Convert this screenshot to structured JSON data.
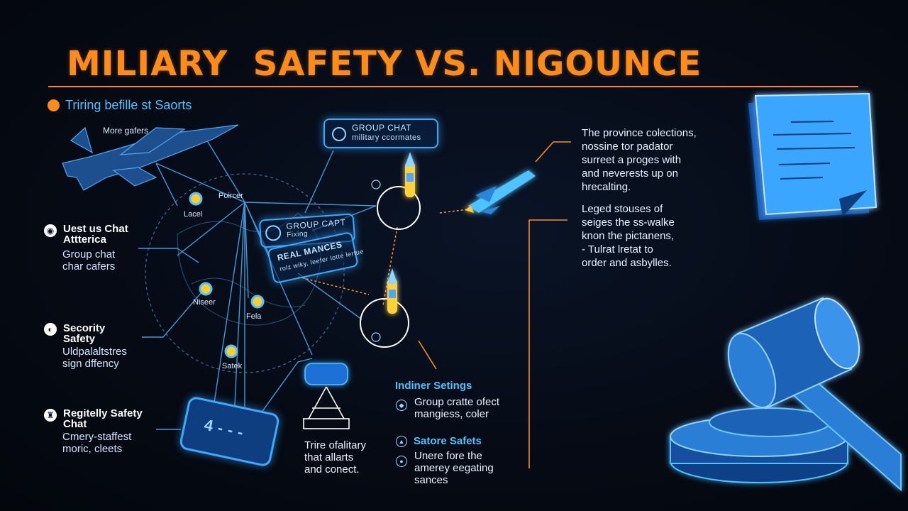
{
  "title": "MILIARY  SAFETY VS. NIGOUNCE",
  "subtitle": "Triring befille st Saorts",
  "aircraft_label": "More gafers",
  "map_labels": {
    "poircer": "Poircer",
    "lacel": "Lacel",
    "niseer": "Niseer",
    "fela": "Fela",
    "satek": "Satek"
  },
  "chip_top": {
    "line1": "GROUP CHAT",
    "line2": "military ccormates"
  },
  "chip_mid": {
    "line1": "GROUP CAPT",
    "line2": "Fixing"
  },
  "chip_tilt": {
    "line1": "REAL MANCES",
    "line2": "rolz wiky, leefer lotte lertue"
  },
  "phone_text": "4 - - -",
  "left_items": [
    {
      "icon": "user-icon",
      "title_line1": "Uest us Chat",
      "title_line2": "Attterica",
      "body_line1": "Group chat",
      "body_line2": "char cafers"
    },
    {
      "icon": "shield-icon",
      "title_line1": "Secority",
      "title_line2": "Safety",
      "body_line1": "Uldpalaltstres",
      "body_line2": "sign dffency"
    },
    {
      "icon": "lock-icon",
      "title_line1": "Regitelly Safety",
      "title_line2": "Chat",
      "body_line1": "Cmery-staffest",
      "body_line2": "moric, cleets"
    }
  ],
  "right_para_1": [
    "The province colections,",
    "nossine tor padator",
    "surreet a proges with",
    "and neverests up on",
    "hrecalting."
  ],
  "right_para_2": [
    "Leged stouses of",
    "seiges the ss-walke",
    "knon the pictanens,",
    "- Tulrat lretat to",
    "order and asbylles."
  ],
  "center_caption": [
    "Trire ofalitary",
    "that allarts",
    "and conect."
  ],
  "indiner": {
    "title": "Indiner Setings",
    "line1": "Group cratte ofect",
    "line2": "mangiess, coler"
  },
  "satore": {
    "title": "Satore Safets",
    "line1": "Unere fore the",
    "line2": "amerey eegating",
    "line3": "sances"
  },
  "colors": {
    "accent": "#ff8c1a",
    "cyan": "#4fc3ff",
    "glow": "#3da9ff",
    "background": "#050a14"
  }
}
